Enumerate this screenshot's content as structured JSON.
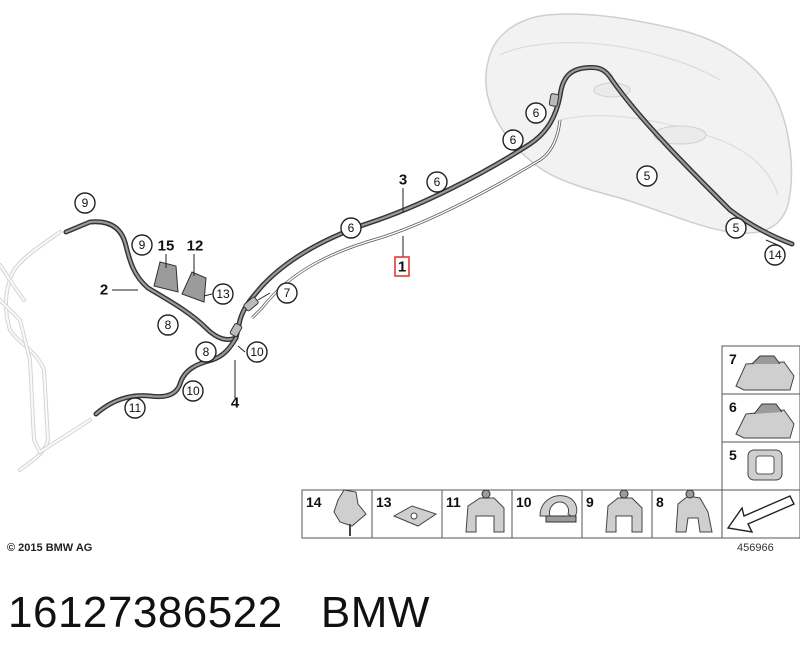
{
  "diagram": {
    "callouts": [
      "9",
      "9",
      "8",
      "8",
      "13",
      "7",
      "6",
      "6",
      "6",
      "6",
      "5",
      "5",
      "14",
      "10",
      "10",
      "11"
    ],
    "bold_labels": [
      "15",
      "12",
      "2",
      "3",
      "1",
      "4"
    ],
    "highlighted_part": "1",
    "highlight_color": "#e53935",
    "legend": {
      "side": [
        "7",
        "6",
        "5"
      ],
      "bottom": [
        "14",
        "13",
        "11",
        "10",
        "9",
        "8"
      ]
    }
  },
  "footer": {
    "copyright": "© 2015 BMW AG",
    "diagram_number": "456966"
  },
  "caption": {
    "part_number": "16127386522",
    "brand": "BMW"
  }
}
